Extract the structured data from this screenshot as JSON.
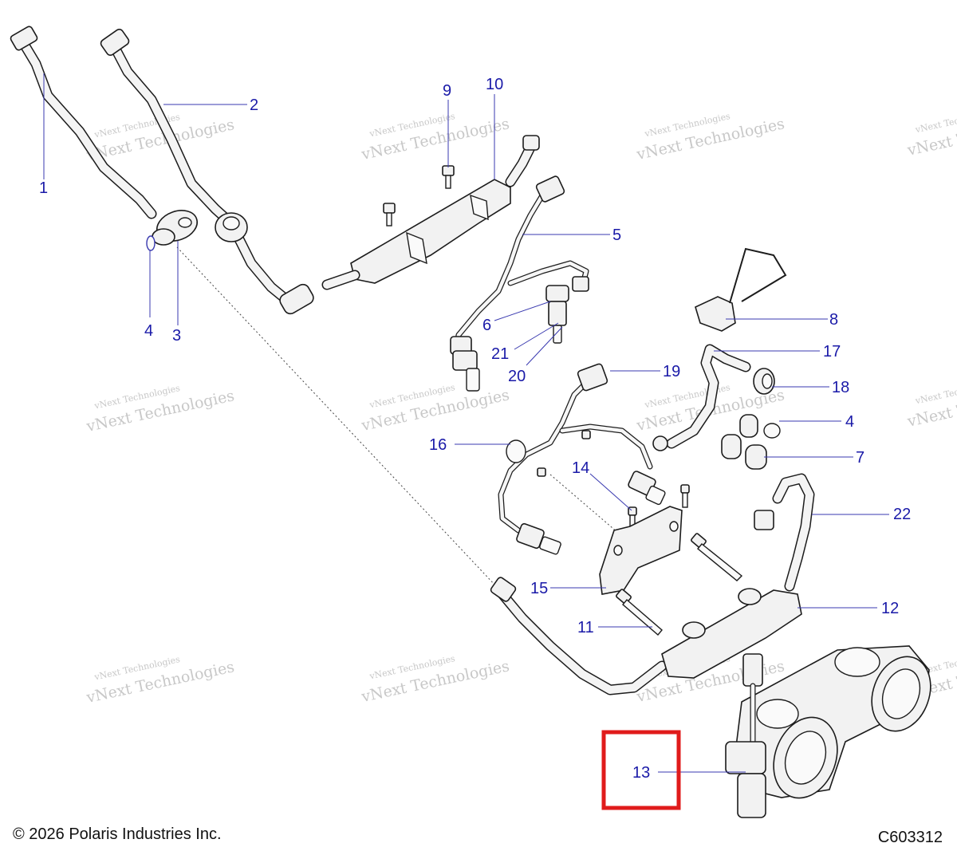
{
  "copyright": "© 2026 Polaris Industries Inc.",
  "diagram_code": "C603312",
  "watermark": {
    "line1": "vNext Technologies",
    "line2": "vNext Technologies"
  },
  "callouts": {
    "c1": "1",
    "c2": "2",
    "c3": "3",
    "c4a": "4",
    "c4b": "4",
    "c5": "5",
    "c6": "6",
    "c7": "7",
    "c8": "8",
    "c9": "9",
    "c10": "10",
    "c11": "11",
    "c12": "12",
    "c13": "13",
    "c14": "14",
    "c15": "15",
    "c16": "16",
    "c17": "17",
    "c18": "18",
    "c19": "19",
    "c20": "20",
    "c21": "21",
    "c22": "22"
  },
  "highlight": {
    "callout": "13",
    "color": "#e01b1b"
  },
  "colors": {
    "callout_text": "#1a1aa8",
    "line_art": "#1c1c1c"
  }
}
